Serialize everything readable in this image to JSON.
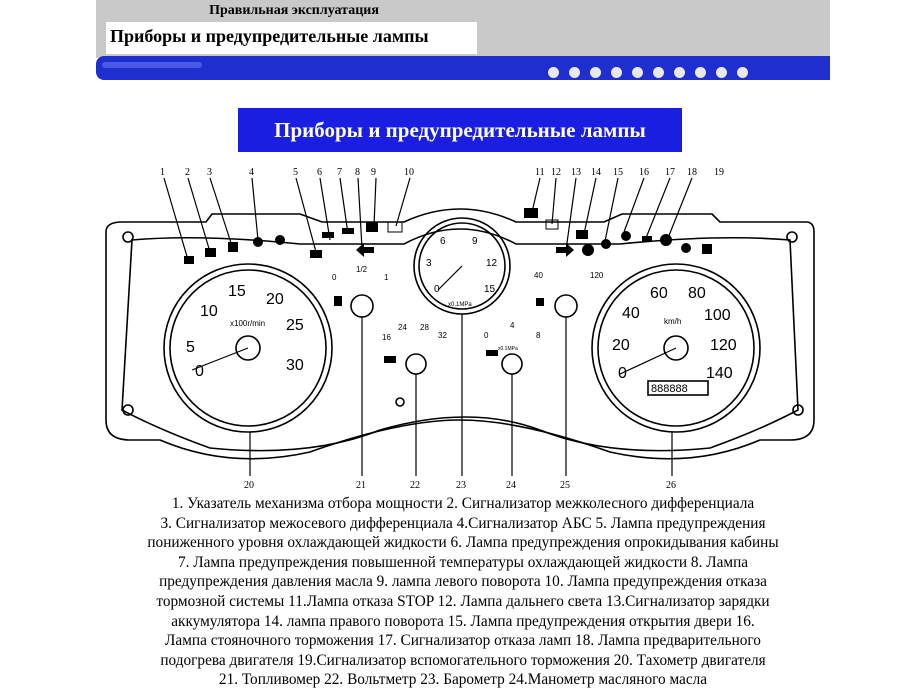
{
  "header": {
    "breadcrumb": "Правильная эксплуатация",
    "section_title": "Приборы и предупредительные лампы"
  },
  "page_title": "Приборы и предупредительные лампы",
  "dashboard": {
    "callouts": [
      "1",
      "2",
      "3",
      "4",
      "5",
      "6",
      "7",
      "8",
      "9",
      "10",
      "11",
      "12",
      "13",
      "14",
      "15",
      "16",
      "17",
      "18",
      "19",
      "20",
      "21",
      "22",
      "23",
      "24",
      "25",
      "26"
    ],
    "tachometer": {
      "ticks": [
        "0",
        "5",
        "10",
        "15",
        "20",
        "25",
        "30"
      ],
      "unit": "x100r/min"
    },
    "speedometer": {
      "ticks": [
        "0",
        "20",
        "40",
        "60",
        "80",
        "100",
        "120",
        "140"
      ],
      "unit": "km/h",
      "odometer": "888888"
    },
    "fuel_gauge": {
      "ticks": [
        "0",
        "1/2",
        "1"
      ]
    },
    "voltmeter": {
      "ticks": [
        "16",
        "24",
        "28",
        "32"
      ]
    },
    "air_pressure": {
      "ticks": [
        "0",
        "3",
        "6",
        "9",
        "12",
        "15"
      ],
      "unit": "x0.1MPa"
    },
    "oil_pressure": {
      "ticks": [
        "0",
        "4",
        "8"
      ],
      "unit": "x0.1MPa"
    },
    "temperature": {
      "ticks": [
        "40",
        "120"
      ]
    }
  },
  "caption": {
    "lines": [
      "1. Указатель механизма отбора мощности    2. Сигнализатор межколесного дифференциала",
      "3. Сигнализатор    межосевого дифференциала   4.Сигнализатор АБС   5. Лампа предупреждения",
      "пониженного уровня охлаждающей жидкости    6. Лампа предупреждения опрокидывания кабины",
      "7. Лампа предупреждения повышенной температуры охлаждающей жидкости    8. Лампа",
      "предупреждения давления масла    9. лампа    левого поворота 10. Лампа предупреждения отказа",
      "тормозной системы 11.Лампа отказа STOP 12. Лампа дальнего света 13.Сигнализатор зарядки",
      "аккумулятора    14. лампа правого поворота    15. Лампа предупреждения открытия двери    16.",
      "Лампа    стояночного торможения 17. Сигнализатор отказа ламп    18. Лампа предварительного",
      "подогрева двигателя     19.Сигнализатор вспомогательного торможения    20. Тахометр двигателя",
      "21. Топливомер 22. Вольтметр    23. Барометр    24.Манометр масляного масла"
    ]
  }
}
